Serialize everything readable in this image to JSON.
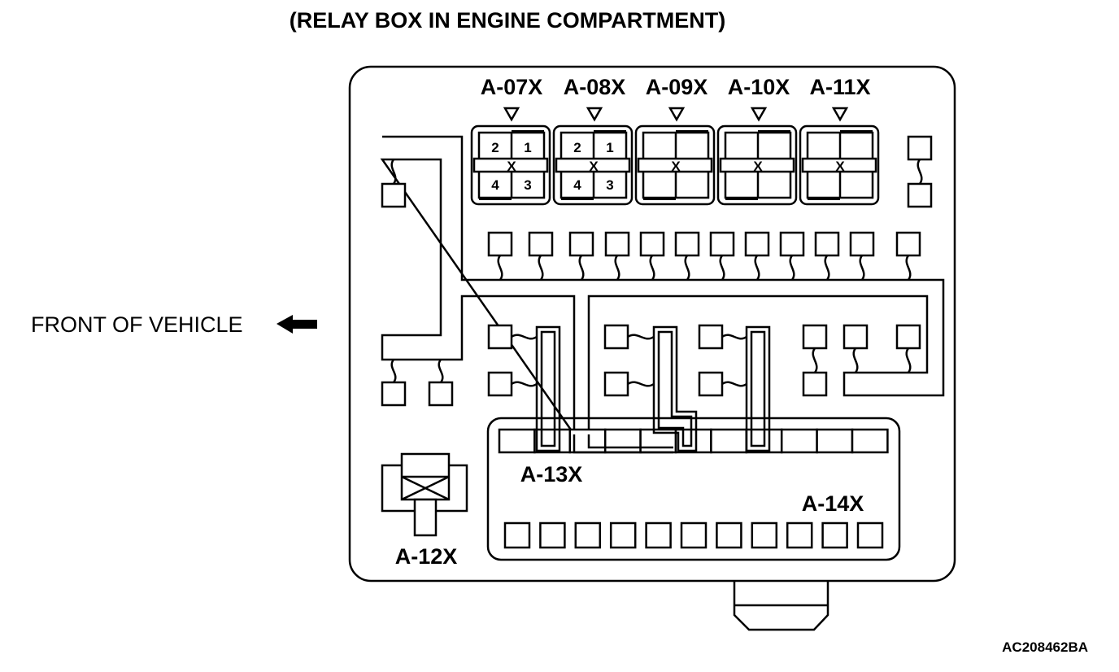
{
  "title": "(RELAY BOX IN ENGINE COMPARTMENT)",
  "front_label": "FRONT OF VEHICLE",
  "figure_code": "AC208462BA",
  "relays_top": [
    {
      "label": "A-07X",
      "pins": [
        "2",
        "1",
        "4",
        "3"
      ]
    },
    {
      "label": "A-08X",
      "pins": [
        "2",
        "1",
        "4",
        "3"
      ]
    },
    {
      "label": "A-09X",
      "pins": []
    },
    {
      "label": "A-10X",
      "pins": []
    },
    {
      "label": "A-11X",
      "pins": []
    }
  ],
  "x_mark": "X",
  "a12": "A-12X",
  "a13": "A-13X",
  "a14": "A-14X"
}
